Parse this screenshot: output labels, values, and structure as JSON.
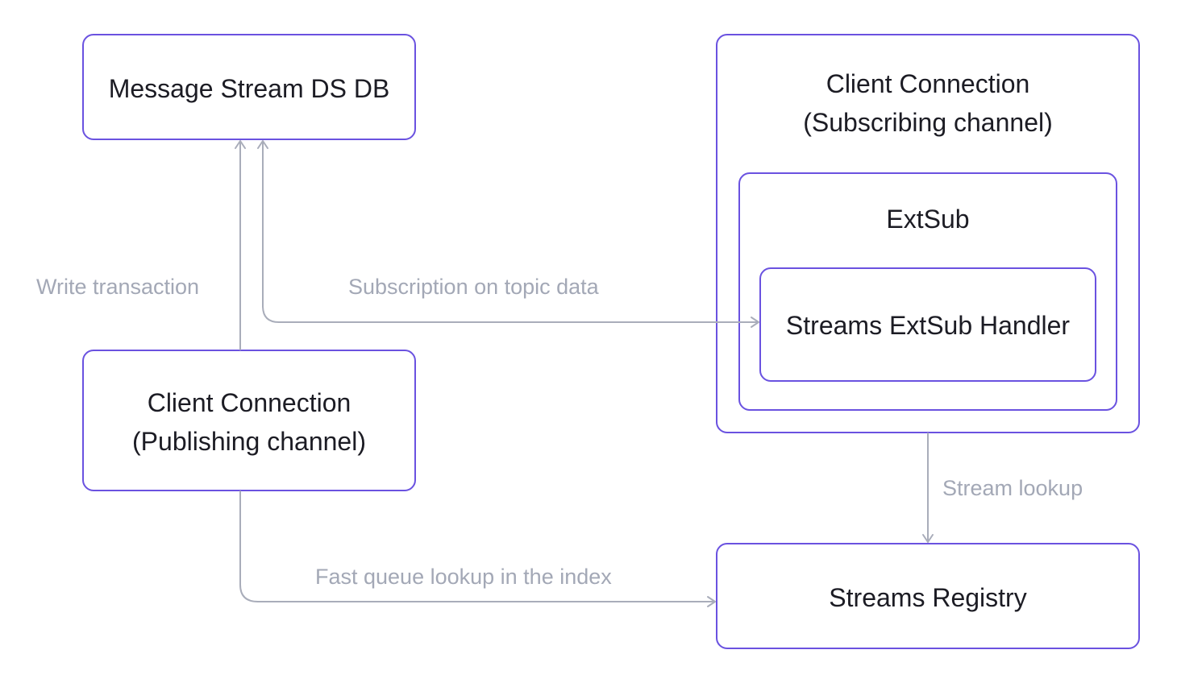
{
  "nodes": {
    "message_stream_db": {
      "label": "Message Stream DS DB"
    },
    "client_subscribing": {
      "line1": "Client Connection",
      "line2": "(Subscribing channel)"
    },
    "extsub": {
      "label": "ExtSub"
    },
    "streams_extsub_handler": {
      "label": "Streams ExtSub Handler"
    },
    "client_publishing": {
      "line1": "Client Connection",
      "line2": "(Publishing channel)"
    },
    "streams_registry": {
      "label": "Streams Registry"
    }
  },
  "edges": {
    "write_transaction": {
      "label": "Write transaction"
    },
    "subscription_topic_data": {
      "label": "Subscription on topic data"
    },
    "stream_lookup": {
      "label": "Stream lookup"
    },
    "fast_queue_lookup": {
      "label": "Fast queue lookup in the index"
    }
  },
  "colors": {
    "box_border": "#6a52e0",
    "arrow": "#a9adba",
    "edge_label": "#a3a8b6",
    "node_text": "#1c1c24"
  }
}
